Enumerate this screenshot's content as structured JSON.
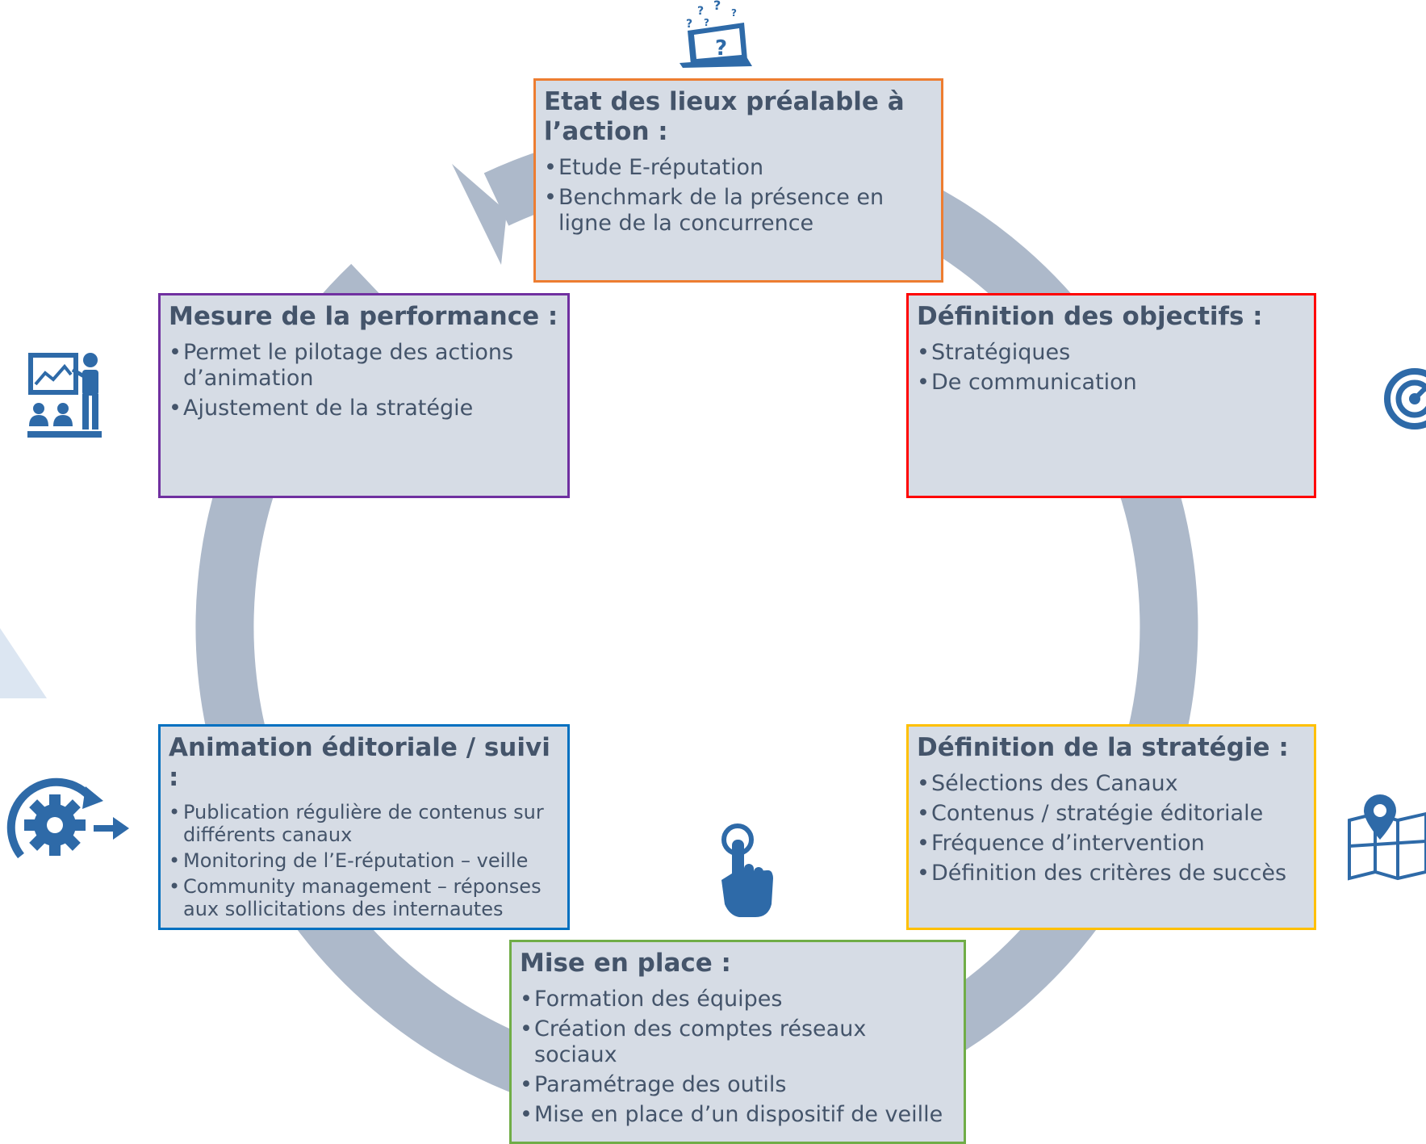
{
  "colors": {
    "ring": "#adb9ca",
    "box_fill": "#d6dce5",
    "text": "#44546a",
    "icon": "#2e6aa8",
    "step1": "#ed7d31",
    "step2": "#ff0000",
    "step3": "#ffc000",
    "step4": "#70ad47",
    "step5": "#0070c0",
    "step6": "#7030a0"
  },
  "steps": [
    {
      "title": "Etat des lieux préalable à l’action :",
      "items": [
        "Etude E-réputation",
        "Benchmark de la présence en ligne de la concurrence"
      ],
      "icon": "laptop-question-icon"
    },
    {
      "title": "Définition des objectifs :",
      "items": [
        "Stratégiques",
        "De communication"
      ],
      "icon": "target-icon"
    },
    {
      "title": "Définition de la stratégie :",
      "items": [
        "Sélections des Canaux",
        "Contenus / stratégie éditoriale",
        "Fréquence d’intervention",
        "Définition des critères de succès"
      ],
      "icon": "map-pin-icon"
    },
    {
      "title": "Mise en place :",
      "items": [
        "Formation des équipes",
        "Création des comptes réseaux sociaux",
        "Paramétrage des outils",
        "Mise en place d’un dispositif de veille"
      ],
      "icon": "hand-pointer-icon"
    },
    {
      "title": "Animation éditoriale / suivi :",
      "items": [
        "Publication régulière de contenus sur différents canaux",
        "Monitoring de l’E-réputation – veille",
        "Community management – réponses aux sollicitations des internautes"
      ],
      "icon": "gear-cycle-icon"
    },
    {
      "title": "Mesure de la performance :",
      "items": [
        "Permet le pilotage des actions d’animation",
        "Ajustement de la stratégie"
      ],
      "icon": "presentation-icon"
    }
  ]
}
